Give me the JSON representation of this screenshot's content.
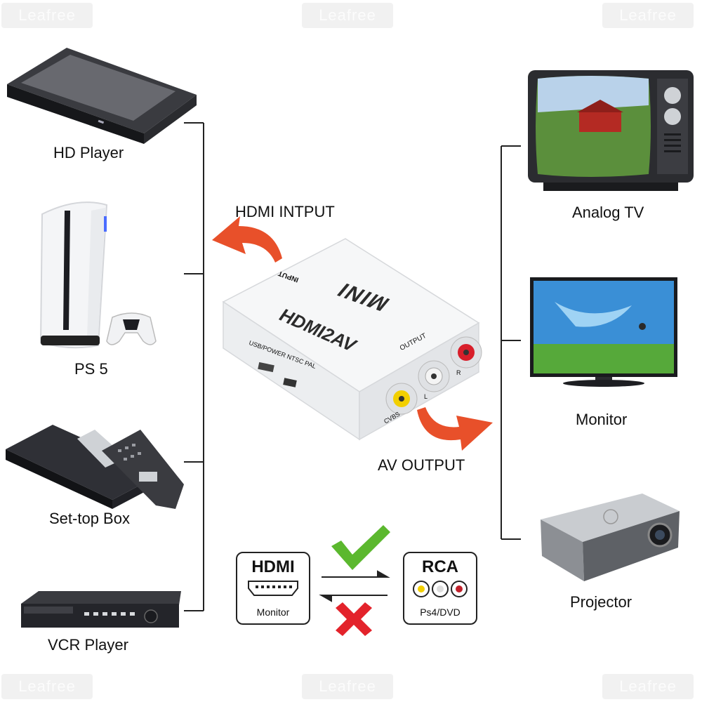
{
  "diagram": {
    "input_devices": [
      {
        "label": "HD Player",
        "icon": "hd-player-icon"
      },
      {
        "label": "PS 5",
        "icon": "ps5-console-icon"
      },
      {
        "label": "Set-top Box",
        "icon": "set-top-box-icon"
      },
      {
        "label": "VCR Player",
        "icon": "vcr-player-icon"
      }
    ],
    "output_devices": [
      {
        "label": "Analog TV",
        "icon": "analog-tv-icon"
      },
      {
        "label": "Monitor",
        "icon": "monitor-icon"
      },
      {
        "label": "Projector",
        "icon": "projector-icon"
      }
    ],
    "converter": {
      "brand": "MINI",
      "model": "HDMI2AV",
      "input_port_label": "INPUT",
      "output_label": "OUTPUT",
      "switch_label": "USB/POWER NTSC   PAL",
      "cvbs_label": "CVBS",
      "left_label": "L",
      "right_label": "R"
    },
    "hdmi_input_label": "HDMI INTPUT",
    "av_output_label": "AV OUTPUT",
    "legend": {
      "hdmi_title": "HDMI",
      "hdmi_caption": "Monitor",
      "rca_title": "RCA",
      "rca_caption": "Ps4/DVD",
      "allowed_icon": "green-check-icon",
      "not_allowed_icon": "red-x-icon"
    },
    "watermark": "Leafree",
    "colors": {
      "arrow": "#e8502a",
      "check": "#5bb82e",
      "cross": "#e3232b",
      "line": "#222222"
    }
  }
}
